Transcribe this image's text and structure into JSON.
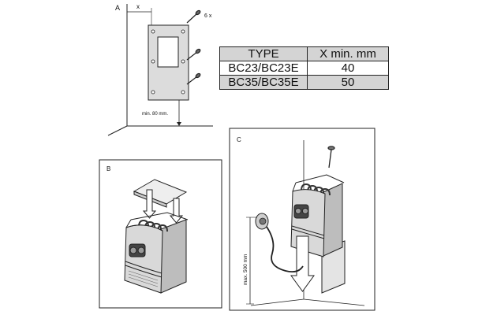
{
  "figure_a": {
    "label": "A",
    "dim_x": "x",
    "screw_count": "6 x",
    "min_clearance": "min. 80 mm."
  },
  "figure_b": {
    "label": "B"
  },
  "figure_c": {
    "label": "C",
    "max_height": "max. 500 mm"
  },
  "spec_table": {
    "headers": [
      "TYPE",
      "X min. mm"
    ],
    "rows": [
      {
        "type": "BC23/BC23E",
        "x_min": "40"
      },
      {
        "type": "BC35/BC35E",
        "x_min": "50"
      }
    ]
  }
}
